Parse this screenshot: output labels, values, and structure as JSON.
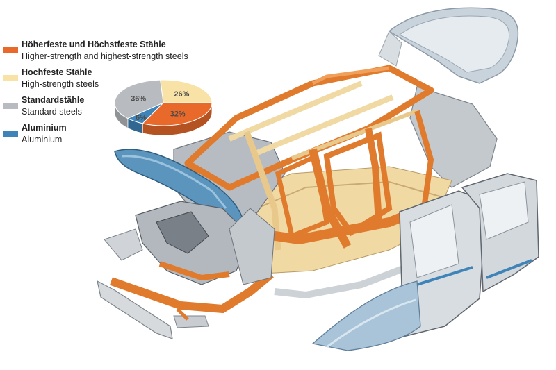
{
  "legend": {
    "items": [
      {
        "de": "Höherfeste und Höchstfeste Stähle",
        "en": "Higher-strength and highest-strength steels",
        "color": "#e8692a"
      },
      {
        "de": "Hochfeste Stähle",
        "en": "High-strength steels",
        "color": "#f8e2a6"
      },
      {
        "de": "Standardstähle",
        "en": "Standard steels",
        "color": "#b8bcc0"
      },
      {
        "de": "Aluminium",
        "en": "Aluminium",
        "color": "#3f84b8"
      }
    ]
  },
  "chart_data": {
    "type": "pie",
    "style": "3d",
    "slices": [
      {
        "label": "32%",
        "value": 32,
        "series": "Higher-strength and highest-strength steels",
        "color": "#e8692a"
      },
      {
        "label": "26%",
        "value": 26,
        "series": "High-strength steels",
        "color": "#f8e2a6"
      },
      {
        "label": "36%",
        "value": 36,
        "series": "Standard steels",
        "color": "#b8bcc0"
      },
      {
        "label": "6%",
        "value": 6,
        "series": "Aluminium",
        "color": "#3f84b8"
      }
    ],
    "legend": "left"
  },
  "illustration": {
    "subject": "car body-in-white exploded view",
    "colors": {
      "orange": "#e07a2c",
      "cream": "#f1d9a4",
      "gray": "#c4c9ce",
      "blue": "#5b95bd",
      "dark": "#5a5f66"
    }
  }
}
